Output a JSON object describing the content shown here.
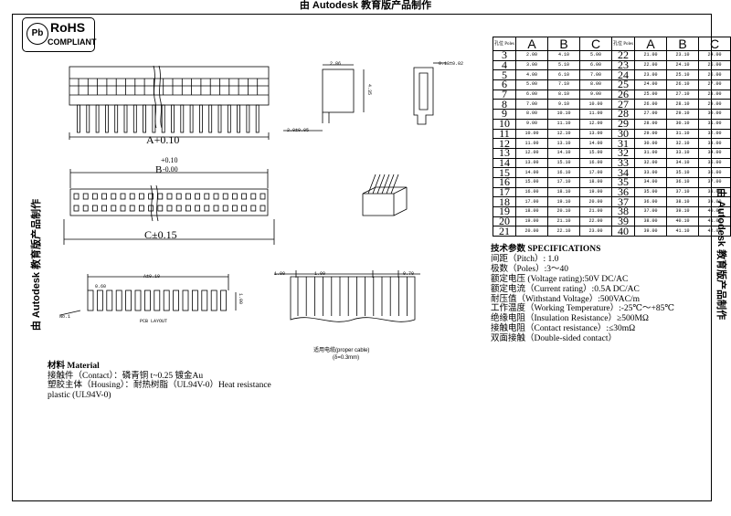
{
  "edu_watermark": "由 Autodesk 教育版产品制作",
  "rohs": {
    "badge": "Pb",
    "title": "RoHS",
    "subtitle": "COMPLIANT"
  },
  "drawing": {
    "front_dim": "A+0.10",
    "pcb_tol_plus": "+0.10",
    "pcb_tol_minus": "-0.00",
    "b_dim": "B",
    "c_dim": "C±0.15",
    "side_width": "2.86",
    "side_height": "4.35",
    "side_offset": "2.0±0.05",
    "profile_dim": "0.18±0.02",
    "pcb_a": "A±0.10",
    "pcb_pitch": "0.60",
    "pcb_height": "1.00",
    "pcb_no1": "No.1",
    "pcb_layout": "PCB LAYOUT",
    "cable_left": "1.00",
    "cable_mid": "1.00",
    "cable_right": "0.70",
    "cable_cn": "适用电缆(proper cable)",
    "cable_thk": "(δ=0.3mm)"
  },
  "table": {
    "pole_header": "孔位 Poles",
    "col_a": "A",
    "col_b": "B",
    "col_c": "C",
    "left": [
      {
        "p": "3",
        "a": "2.00",
        "b": "4.10",
        "c": "5.00"
      },
      {
        "p": "4",
        "a": "3.00",
        "b": "5.10",
        "c": "6.00"
      },
      {
        "p": "5",
        "a": "4.00",
        "b": "6.10",
        "c": "7.00"
      },
      {
        "p": "6",
        "a": "5.00",
        "b": "7.10",
        "c": "8.00"
      },
      {
        "p": "7",
        "a": "6.00",
        "b": "8.10",
        "c": "9.00"
      },
      {
        "p": "8",
        "a": "7.00",
        "b": "9.10",
        "c": "10.00"
      },
      {
        "p": "9",
        "a": "8.00",
        "b": "10.10",
        "c": "11.00"
      },
      {
        "p": "10",
        "a": "9.00",
        "b": "11.10",
        "c": "12.00"
      },
      {
        "p": "11",
        "a": "10.00",
        "b": "12.10",
        "c": "13.00"
      },
      {
        "p": "12",
        "a": "11.00",
        "b": "13.10",
        "c": "14.00"
      },
      {
        "p": "13",
        "a": "12.00",
        "b": "14.10",
        "c": "15.00"
      },
      {
        "p": "14",
        "a": "13.00",
        "b": "15.10",
        "c": "16.00"
      },
      {
        "p": "15",
        "a": "14.00",
        "b": "16.10",
        "c": "17.00"
      },
      {
        "p": "16",
        "a": "15.00",
        "b": "17.10",
        "c": "18.00"
      },
      {
        "p": "17",
        "a": "16.00",
        "b": "18.10",
        "c": "19.00"
      },
      {
        "p": "18",
        "a": "17.00",
        "b": "19.10",
        "c": "20.00"
      },
      {
        "p": "19",
        "a": "18.00",
        "b": "20.10",
        "c": "21.00"
      },
      {
        "p": "20",
        "a": "19.00",
        "b": "21.10",
        "c": "22.00"
      },
      {
        "p": "21",
        "a": "20.00",
        "b": "22.10",
        "c": "23.00"
      }
    ],
    "right": [
      {
        "p": "22",
        "a": "21.00",
        "b": "23.10",
        "c": "24.00"
      },
      {
        "p": "23",
        "a": "22.00",
        "b": "24.10",
        "c": "25.00"
      },
      {
        "p": "24",
        "a": "23.00",
        "b": "25.10",
        "c": "26.00"
      },
      {
        "p": "25",
        "a": "24.00",
        "b": "26.10",
        "c": "27.00"
      },
      {
        "p": "26",
        "a": "25.00",
        "b": "27.10",
        "c": "28.00"
      },
      {
        "p": "27",
        "a": "26.00",
        "b": "28.10",
        "c": "29.00"
      },
      {
        "p": "28",
        "a": "27.00",
        "b": "29.10",
        "c": "30.00"
      },
      {
        "p": "29",
        "a": "28.00",
        "b": "30.10",
        "c": "31.00"
      },
      {
        "p": "30",
        "a": "29.00",
        "b": "31.10",
        "c": "32.00"
      },
      {
        "p": "31",
        "a": "30.00",
        "b": "32.10",
        "c": "33.00"
      },
      {
        "p": "32",
        "a": "31.00",
        "b": "33.10",
        "c": "34.00"
      },
      {
        "p": "33",
        "a": "32.00",
        "b": "34.10",
        "c": "35.00"
      },
      {
        "p": "34",
        "a": "33.00",
        "b": "35.10",
        "c": "36.00"
      },
      {
        "p": "35",
        "a": "34.00",
        "b": "36.10",
        "c": "37.00"
      },
      {
        "p": "36",
        "a": "35.00",
        "b": "37.10",
        "c": "38.00"
      },
      {
        "p": "37",
        "a": "36.00",
        "b": "38.10",
        "c": "39.00"
      },
      {
        "p": "38",
        "a": "37.00",
        "b": "39.10",
        "c": "40.00"
      },
      {
        "p": "39",
        "a": "38.00",
        "b": "40.10",
        "c": "41.00"
      },
      {
        "p": "40",
        "a": "39.00",
        "b": "41.10",
        "c": "42.00"
      }
    ]
  },
  "specs": {
    "title_cn": "技术参数",
    "title_en": "SPECIFICATIONS",
    "lines": [
      "间距（Pitch）: 1.0",
      "极数（Poles）:3～40",
      "额定电压 (Voltage rating):50V DC/AC",
      "额定电流（Current rating）:0.5A DC/AC",
      "耐压值（Withstand Voltage）:500VAC/m",
      "工作温度（Working Temperature）:-25℃～+85℃",
      "绝缘电阻（Insulation Resistance）≥500MΩ",
      "接触电阻（Contact resistance）:≤30mΩ",
      "双面接触（Double-sided contact）"
    ]
  },
  "material": {
    "title_cn": "材料",
    "title_en": "Material",
    "lines": [
      "接触件（Contact）：磷青铜 t~0.25 镀金Au",
      "塑胶主体（Housing）：耐热树脂（UL94V-0）Heat resistance plastic (UL94V-0)"
    ]
  }
}
